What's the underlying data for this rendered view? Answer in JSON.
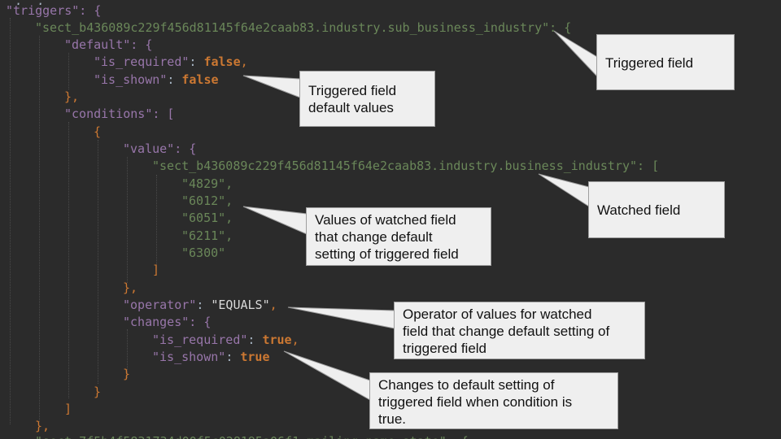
{
  "code": {
    "lines": [
      "\"triggers\": {",
      "\"sect_b436089c229f456d81145f64e2caab83.industry.sub_business_industry\": {",
      "\"default\": {",
      "\"is_required\": false,",
      "\"is_shown\": false",
      "},",
      "\"conditions\": [",
      "{",
      "\"value\": {",
      "\"sect_b436089c229f456d81145f64e2caab83.industry.business_industry\": [",
      "\"4829\",",
      "\"6012\",",
      "\"6051\",",
      "\"6211\",",
      "\"6300\"",
      "]",
      "},",
      "\"operator\": \"EQUALS\",",
      "\"changes\": {",
      "\"is_required\": true,",
      "\"is_shown\": true",
      "}",
      "}",
      "]",
      "},"
    ]
  },
  "callouts": {
    "triggered_field": "Triggered field",
    "default_values": [
      "Triggered field",
      "default values"
    ],
    "watched_field": "Watched field",
    "watched_values": [
      "Values of watched field",
      "that change default",
      "setting of triggered field"
    ],
    "operator": [
      "Operator of values for watched",
      "field that change default setting of",
      "triggered field"
    ],
    "changes": [
      "Changes to default setting of",
      "triggered field when condition is",
      "true."
    ]
  },
  "colors": {
    "background": "#2b2b2b",
    "key": "#9876aa",
    "string": "#6a8759",
    "keyword": "#cc7832",
    "punctuation": "#a9b7c6",
    "callout_bg": "#efefef"
  }
}
